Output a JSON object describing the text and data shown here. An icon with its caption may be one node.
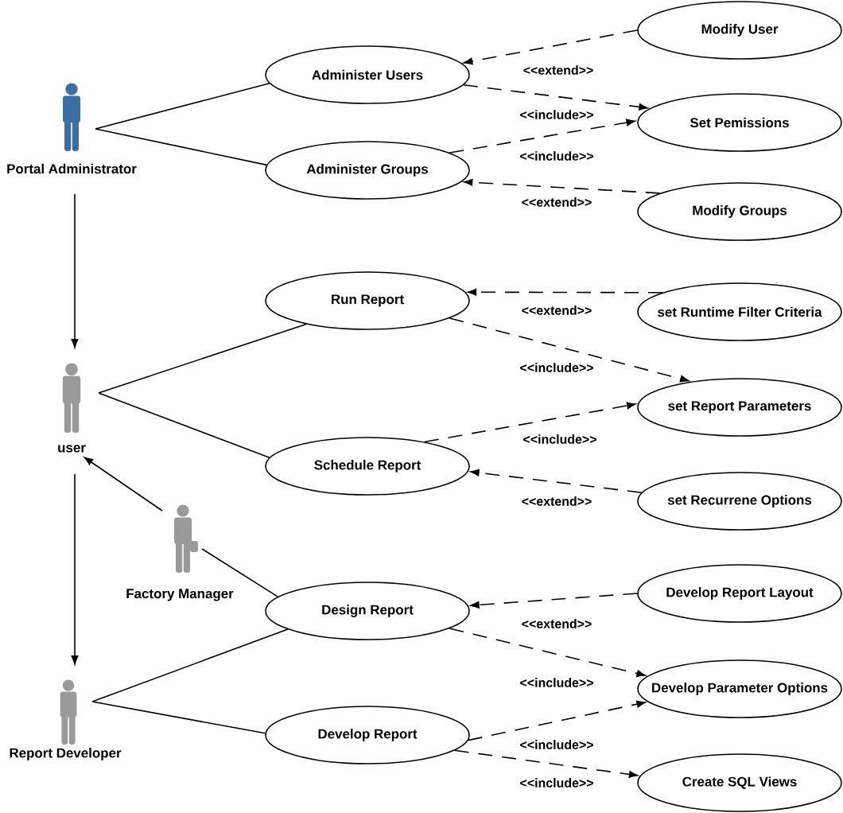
{
  "diagram": {
    "nodes": [
      {
        "text": [
          "Portal Administrator"
        ]
      },
      {
        "text": [
          "Administer Users"
        ]
      },
      {
        "text": [
          "Modify User"
        ]
      },
      {
        "text": [
          "Set Pemissions"
        ]
      },
      {
        "text": [
          "Administer Groups"
        ]
      },
      {
        "text": [
          "Modify Groups"
        ]
      },
      {
        "text": [
          "user"
        ]
      },
      {
        "text": [
          "Run Report"
        ]
      },
      {
        "text": [
          "set Runtime Filter Criteria"
        ]
      },
      {
        "text": [
          "set Report Parameters"
        ]
      },
      {
        "text": [
          "Schedule Report"
        ]
      },
      {
        "text": [
          "set Recurrene Options"
        ]
      },
      {
        "text": [
          "Factory Manager"
        ]
      },
      {
        "text": [
          "Design Report"
        ]
      },
      {
        "text": [
          "Develop Report Layout"
        ]
      },
      {
        "text": [
          "Develop Parameter Options"
        ]
      },
      {
        "text": [
          "Report Developer"
        ]
      },
      {
        "text": [
          "Develop Report"
        ]
      },
      {
        "text": [
          "Create SQL Views"
        ]
      }
    ],
    "edges": [
      {
        "from": 0,
        "to": 1,
        "arrow": "none"
      },
      {
        "from": 0,
        "to": 4,
        "arrow": "none"
      },
      {
        "from": 2,
        "to": 1,
        "arrow": "to",
        "style": "dashed",
        "label": "<<extend>>"
      },
      {
        "from": 1,
        "to": 3,
        "arrow": "to",
        "style": "dashed",
        "label": "<<include>>"
      },
      {
        "from": 4,
        "to": 3,
        "arrow": "to",
        "style": "dashed",
        "label": "<<include>>"
      },
      {
        "from": 5,
        "to": 4,
        "arrow": "to",
        "style": "dashed",
        "label": "<<extend>>"
      },
      {
        "from": 0,
        "to": 6,
        "arrow": "to"
      },
      {
        "from": 6,
        "to": 7,
        "arrow": "none"
      },
      {
        "from": 6,
        "to": 10,
        "arrow": "none"
      },
      {
        "from": 8,
        "to": 7,
        "arrow": "to",
        "style": "dashed",
        "label": "<<extend>>"
      },
      {
        "from": 7,
        "to": 9,
        "arrow": "to",
        "style": "dashed",
        "label": "<<include>>"
      },
      {
        "from": 10,
        "to": 9,
        "arrow": "to",
        "style": "dashed",
        "label": "<<include>>"
      },
      {
        "from": 11,
        "to": 10,
        "arrow": "to",
        "style": "dashed",
        "label": "<<extend>>"
      },
      {
        "from": 12,
        "to": 6,
        "arrow": "to"
      },
      {
        "from": 12,
        "to": 13,
        "arrow": "none"
      },
      {
        "from": 6,
        "to": 16,
        "arrow": "to"
      },
      {
        "from": 16,
        "to": 13,
        "arrow": "none"
      },
      {
        "from": 16,
        "to": 17,
        "arrow": "none"
      },
      {
        "from": 14,
        "to": 13,
        "arrow": "to",
        "style": "dashed",
        "label": "<<extend>>"
      },
      {
        "from": 13,
        "to": 15,
        "arrow": "to",
        "style": "dashed",
        "label": "<<include>>"
      },
      {
        "from": 17,
        "to": 15,
        "arrow": "to",
        "style": "dashed",
        "label": "<<include>>"
      },
      {
        "from": 17,
        "to": 18,
        "arrow": "to",
        "style": "dashed",
        "label": "<<include>>"
      }
    ]
  }
}
